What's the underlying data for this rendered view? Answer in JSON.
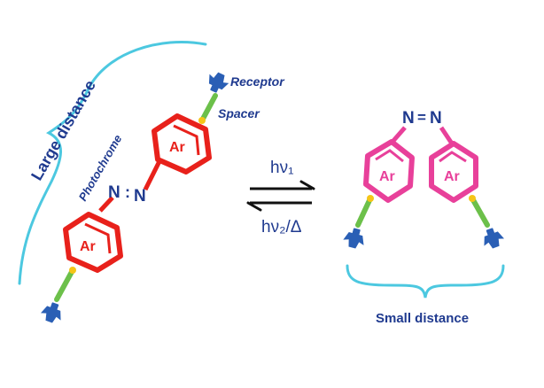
{
  "labels": {
    "large_distance": "Large distance",
    "photochrome": "Photochrome",
    "receptor": "Receptor",
    "spacer": "Spacer",
    "small_distance": "Small distance",
    "aryl": "Ar",
    "azo_n_left": "N",
    "azo_n_right": "N",
    "hv1": "hν₁",
    "hv2": "hν₂/Δ"
  },
  "colors": {
    "trans_ring": "#e8211b",
    "cis_ring": "#e8409a",
    "azo": "#1f3a8f",
    "spacer": "#6cc04a",
    "receptor": "#2a5fb5",
    "brace": "#4cc8e0",
    "text": "#1f3a8f",
    "arrow": "#111111"
  },
  "icons": {
    "receptor": "receptor-icon"
  }
}
